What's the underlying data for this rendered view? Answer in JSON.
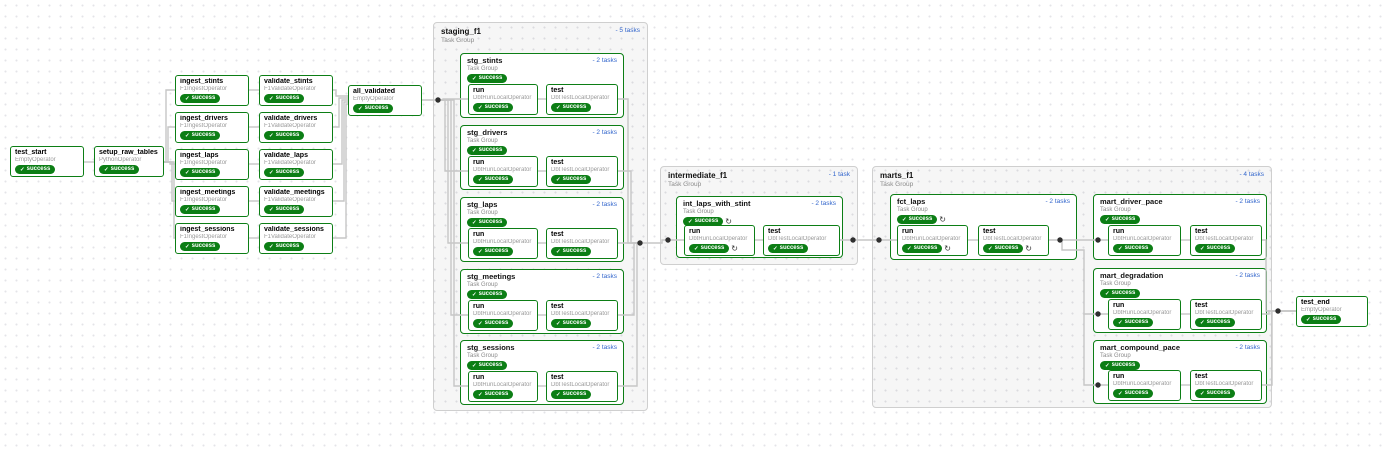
{
  "colors": {
    "success_green": "#0c7e15",
    "count_blue": "#3366cc"
  },
  "icons": {
    "check": "✓",
    "retry": "↻"
  },
  "plain_nodes": {
    "test_start": {
      "label": "test_start",
      "operator": "EmptyOperator",
      "status": "success"
    },
    "setup_raw_tables": {
      "label": "setup_raw_tables",
      "operator": "PythonOperator",
      "status": "success"
    },
    "ingest_stints": {
      "label": "ingest_stints",
      "operator": "F1IngestOperator",
      "status": "success"
    },
    "ingest_drivers": {
      "label": "ingest_drivers",
      "operator": "F1IngestOperator",
      "status": "success"
    },
    "ingest_laps": {
      "label": "ingest_laps",
      "operator": "F1IngestOperator",
      "status": "success"
    },
    "ingest_meetings": {
      "label": "ingest_meetings",
      "operator": "F1IngestOperator",
      "status": "success"
    },
    "ingest_sessions": {
      "label": "ingest_sessions",
      "operator": "F1IngestOperator",
      "status": "success"
    },
    "validate_stints": {
      "label": "validate_stints",
      "operator": "F1ValidateOperator",
      "status": "success"
    },
    "validate_drivers": {
      "label": "validate_drivers",
      "operator": "F1ValidateOperator",
      "status": "success"
    },
    "validate_laps": {
      "label": "validate_laps",
      "operator": "F1ValidateOperator",
      "status": "success"
    },
    "validate_meetings": {
      "label": "validate_meetings",
      "operator": "F1ValidateOperator",
      "status": "success"
    },
    "validate_sessions": {
      "label": "validate_sessions",
      "operator": "F1ValidateOperator",
      "status": "success"
    },
    "all_validated": {
      "label": "all_validated",
      "operator": "EmptyOperator",
      "status": "success"
    },
    "test_end": {
      "label": "test_end",
      "operator": "EmptyOperator",
      "status": "success"
    }
  },
  "outer_groups": {
    "staging_f1": {
      "label": "staging_f1",
      "sub": "Task Group",
      "count": "- 5 tasks"
    },
    "intermediate_f1": {
      "label": "intermediate_f1",
      "sub": "Task Group",
      "count": "- 1 task"
    },
    "marts_f1": {
      "label": "marts_f1",
      "sub": "Task Group",
      "count": "- 4 tasks"
    }
  },
  "task_groups": {
    "stg_stints": {
      "label": "stg_stints",
      "sub": "Task Group",
      "count": "- 2 tasks",
      "status": "success",
      "retry": false,
      "run": {
        "label": "run",
        "operator": "DbtRunLocalOperator",
        "status": "success",
        "retry": false
      },
      "test": {
        "label": "test",
        "operator": "DbtTestLocalOperator",
        "status": "success",
        "retry": false
      }
    },
    "stg_drivers": {
      "label": "stg_drivers",
      "sub": "Task Group",
      "count": "- 2 tasks",
      "status": "success",
      "retry": false,
      "run": {
        "label": "run",
        "operator": "DbtRunLocalOperator",
        "status": "success",
        "retry": false
      },
      "test": {
        "label": "test",
        "operator": "DbtTestLocalOperator",
        "status": "success",
        "retry": false
      }
    },
    "stg_laps": {
      "label": "stg_laps",
      "sub": "Task Group",
      "count": "- 2 tasks",
      "status": "success",
      "retry": false,
      "run": {
        "label": "run",
        "operator": "DbtRunLocalOperator",
        "status": "success",
        "retry": false
      },
      "test": {
        "label": "test",
        "operator": "DbtTestLocalOperator",
        "status": "success",
        "retry": false
      }
    },
    "stg_meetings": {
      "label": "stg_meetings",
      "sub": "Task Group",
      "count": "- 2 tasks",
      "status": "success",
      "retry": false,
      "run": {
        "label": "run",
        "operator": "DbtRunLocalOperator",
        "status": "success",
        "retry": false
      },
      "test": {
        "label": "test",
        "operator": "DbtTestLocalOperator",
        "status": "success",
        "retry": false
      }
    },
    "stg_sessions": {
      "label": "stg_sessions",
      "sub": "Task Group",
      "count": "- 2 tasks",
      "status": "success",
      "retry": false,
      "run": {
        "label": "run",
        "operator": "DbtRunLocalOperator",
        "status": "success",
        "retry": false
      },
      "test": {
        "label": "test",
        "operator": "DbtTestLocalOperator",
        "status": "success",
        "retry": false
      }
    },
    "int_laps_with_stint": {
      "label": "int_laps_with_stint",
      "sub": "Task Group",
      "count": "- 2 tasks",
      "status": "success",
      "retry": true,
      "run": {
        "label": "run",
        "operator": "DbtRunLocalOperator",
        "status": "success",
        "retry": true
      },
      "test": {
        "label": "test",
        "operator": "DbtTestLocalOperator",
        "status": "success",
        "retry": false
      }
    },
    "fct_laps": {
      "label": "fct_laps",
      "sub": "Task Group",
      "count": "- 2 tasks",
      "status": "success",
      "retry": true,
      "run": {
        "label": "run",
        "operator": "DbtRunLocalOperator",
        "status": "success",
        "retry": true
      },
      "test": {
        "label": "test",
        "operator": "DbtTestLocalOperator",
        "status": "success",
        "retry": true
      }
    },
    "mart_driver_pace": {
      "label": "mart_driver_pace",
      "sub": "Task Group",
      "count": "- 2 tasks",
      "status": "success",
      "retry": false,
      "run": {
        "label": "run",
        "operator": "DbtRunLocalOperator",
        "status": "success",
        "retry": false
      },
      "test": {
        "label": "test",
        "operator": "DbtTestLocalOperator",
        "status": "success",
        "retry": false
      }
    },
    "mart_degradation": {
      "label": "mart_degradation",
      "sub": "Task Group",
      "count": "- 2 tasks",
      "status": "success",
      "retry": false,
      "run": {
        "label": "run",
        "operator": "DbtRunLocalOperator",
        "status": "success",
        "retry": false
      },
      "test": {
        "label": "test",
        "operator": "DbtTestLocalOperator",
        "status": "success",
        "retry": false
      }
    },
    "mart_compound_pace": {
      "label": "mart_compound_pace",
      "sub": "Task Group",
      "count": "- 2 tasks",
      "status": "success",
      "retry": false,
      "run": {
        "label": "run",
        "operator": "DbtRunLocalOperator",
        "status": "success",
        "retry": false
      },
      "test": {
        "label": "test",
        "operator": "DbtTestLocalOperator",
        "status": "success",
        "retry": false
      }
    }
  }
}
